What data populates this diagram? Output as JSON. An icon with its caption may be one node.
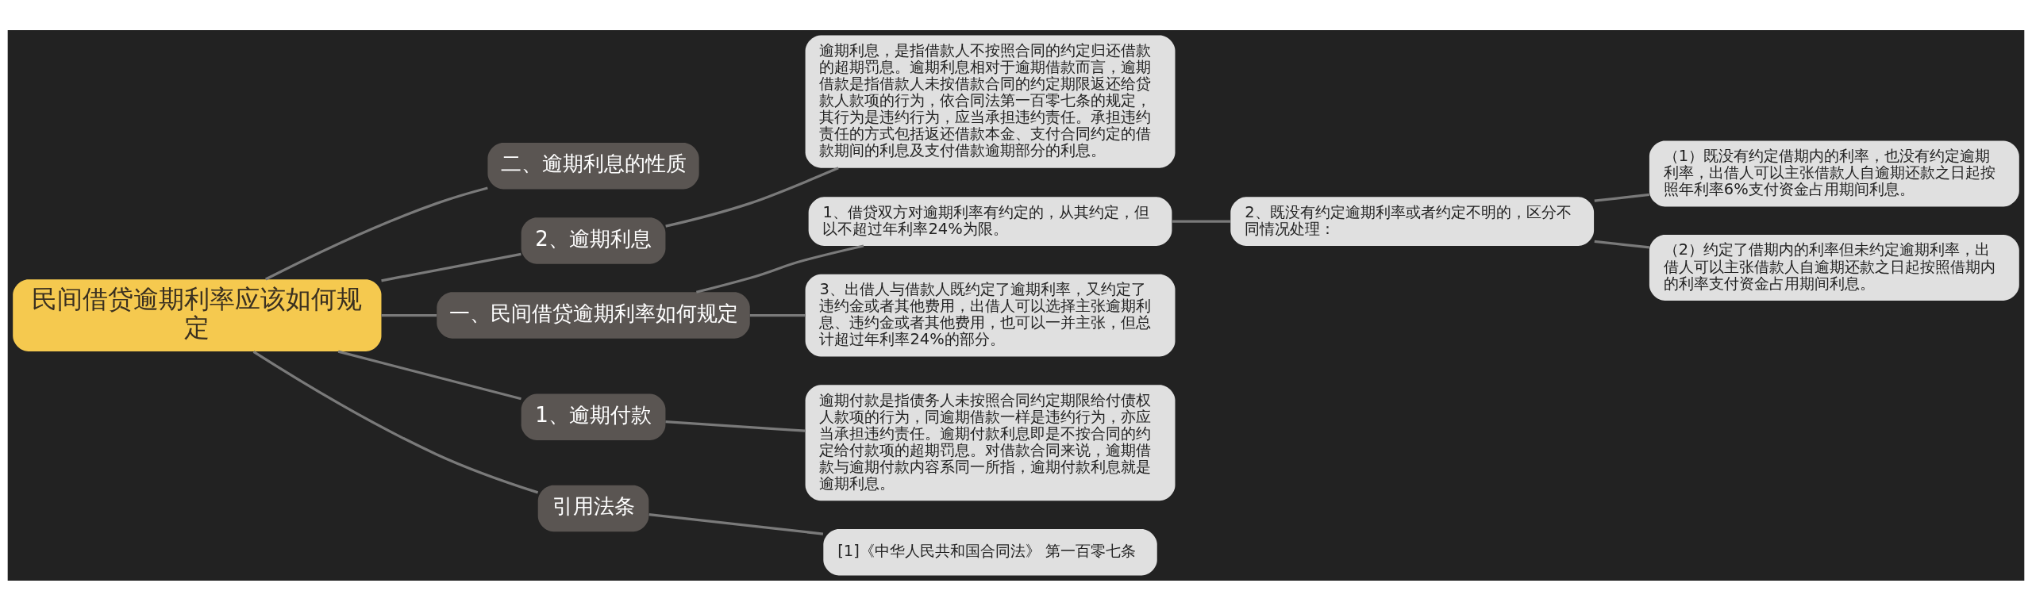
{
  "diagram": {
    "nodes": [
      {
        "text": [
          "民间借贷逾期利率应该如何规定"
        ]
      },
      {
        "text": [
          "二、逾期利息的性质"
        ]
      },
      {
        "text": [
          "2、逾期利息"
        ]
      },
      {
        "text": [
          "逾期利息，是指借款人不按照合同的约定归还借款的超期罚息。逾期利息相对于逾期借款而言，逾期借款是指借款人未按借款合同的约定期限返还给贷款人款项的行为，依合同法第一百零七条的规定，其行为是违约行为，应当承担违约责任。承担违约责任的方式包括返还借款本金、支付合同约定的借款期间的利息及支付借款逾期部分的利息。"
        ]
      },
      {
        "text": [
          "一、民间借贷逾期利率如何规定"
        ]
      },
      {
        "text": [
          "1、借贷双方对逾期利率有约定的，从其约定，但以不超过年利率24%为限。"
        ]
      },
      {
        "text": [
          "2、既没有约定逾期利率或者约定不明的，区分不同情况处理："
        ]
      },
      {
        "text": [
          "（1）既没有约定借期内的利率，也没有约定逾期利率，出借人可以主张借款人自逾期还款之日起按照年利率6%支付资金占用期间利息。"
        ]
      },
      {
        "text": [
          "（2）约定了借期内的利率但未约定逾期利率，出借人可以主张借款人自逾期还款之日起按照借期内的利率支付资金占用期间利息。"
        ]
      },
      {
        "text": [
          "3、出借人与借款人既约定了逾期利率，又约定了违约金或者其他费用，出借人可以选择主张逾期利息、违约金或者其他费用，也可以一并主张，但总计超过年利率24%的部分。"
        ]
      },
      {
        "text": [
          "1、逾期付款"
        ]
      },
      {
        "text": [
          "逾期付款是指债务人未按照合同约定期限给付债权人款项的行为，同逾期借款一样是违约行为，亦应当承担违约责任。逾期付款利息即是不按合同的约定给付款项的超期罚息。对借款合同来说，逾期借款与逾期付款内容系同一所指，逾期付款利息就是逾期利息。"
        ]
      },
      {
        "text": [
          "引用法条"
        ]
      },
      {
        "text": [
          "[1]《中华人民共和国合同法》 第一百零七条"
        ]
      }
    ],
    "edges": [
      {
        "from": 0,
        "to": 1,
        "arrow": "none"
      },
      {
        "from": 0,
        "to": 2,
        "arrow": "none"
      },
      {
        "from": 2,
        "to": 3,
        "arrow": "none"
      },
      {
        "from": 0,
        "to": 4,
        "arrow": "none"
      },
      {
        "from": 4,
        "to": 5,
        "arrow": "none"
      },
      {
        "from": 5,
        "to": 6,
        "arrow": "none"
      },
      {
        "from": 6,
        "to": 7,
        "arrow": "none"
      },
      {
        "from": 6,
        "to": 8,
        "arrow": "none"
      },
      {
        "from": 4,
        "to": 9,
        "arrow": "none"
      },
      {
        "from": 0,
        "to": 10,
        "arrow": "none"
      },
      {
        "from": 10,
        "to": 11,
        "arrow": "none"
      },
      {
        "from": 0,
        "to": 12,
        "arrow": "none"
      },
      {
        "from": 12,
        "to": 13,
        "arrow": "none"
      }
    ]
  }
}
